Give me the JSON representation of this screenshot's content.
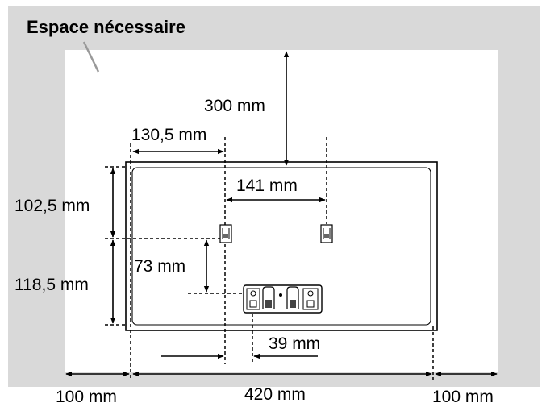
{
  "title": "Espace nécessaire",
  "dimensions": {
    "top": "300 mm",
    "left_offset": "130,5 mm",
    "bracket_spacing": "141 mm",
    "upper_height": "102,5 mm",
    "lower_height": "118,5 mm",
    "bracket_to_base": "73 mm",
    "base_offset": "39 mm",
    "left_clearance": "100 mm",
    "width": "420 mm",
    "right_clearance": "100 mm"
  },
  "colors": {
    "outer_area": "#d9d9d9",
    "inner_area": "#ffffff",
    "line": "#000000"
  }
}
